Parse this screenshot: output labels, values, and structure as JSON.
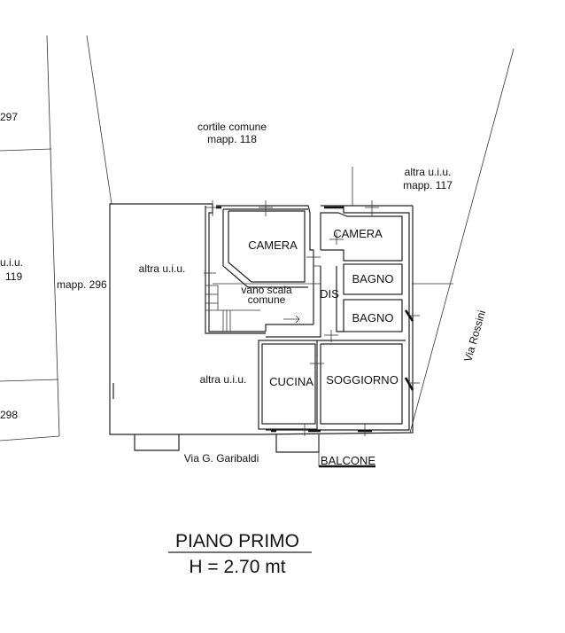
{
  "labels": {
    "mapp_297": "297",
    "mapp_119_a": "u.i.u.",
    "mapp_119_b": "119",
    "mapp_298": "298",
    "cortile_a": "cortile comune",
    "cortile_b": "mapp. 118",
    "altra_117_a": "altra u.i.u.",
    "altra_117_b": "mapp. 117",
    "mapp_296": "mapp. 296",
    "altra_left": "altra u.i.u.",
    "altra_bottom": "altra u.i.u.",
    "via_rossini": "Via Rossini",
    "via_garibaldi": "Via G. Garibaldi"
  },
  "rooms": {
    "camera_1": "CAMERA",
    "camera_2": "CAMERA",
    "bagno_1": "BAGNO",
    "bagno_2": "BAGNO",
    "dis": "DIS",
    "vano_scala_a": "vano scala",
    "vano_scala_b": "comune",
    "cucina": "CUCINA",
    "soggiorno": "SOGGIORNO",
    "balcone": "BALCONE"
  },
  "title": {
    "floor": "PIANO PRIMO",
    "height": "H = 2.70 mt"
  }
}
